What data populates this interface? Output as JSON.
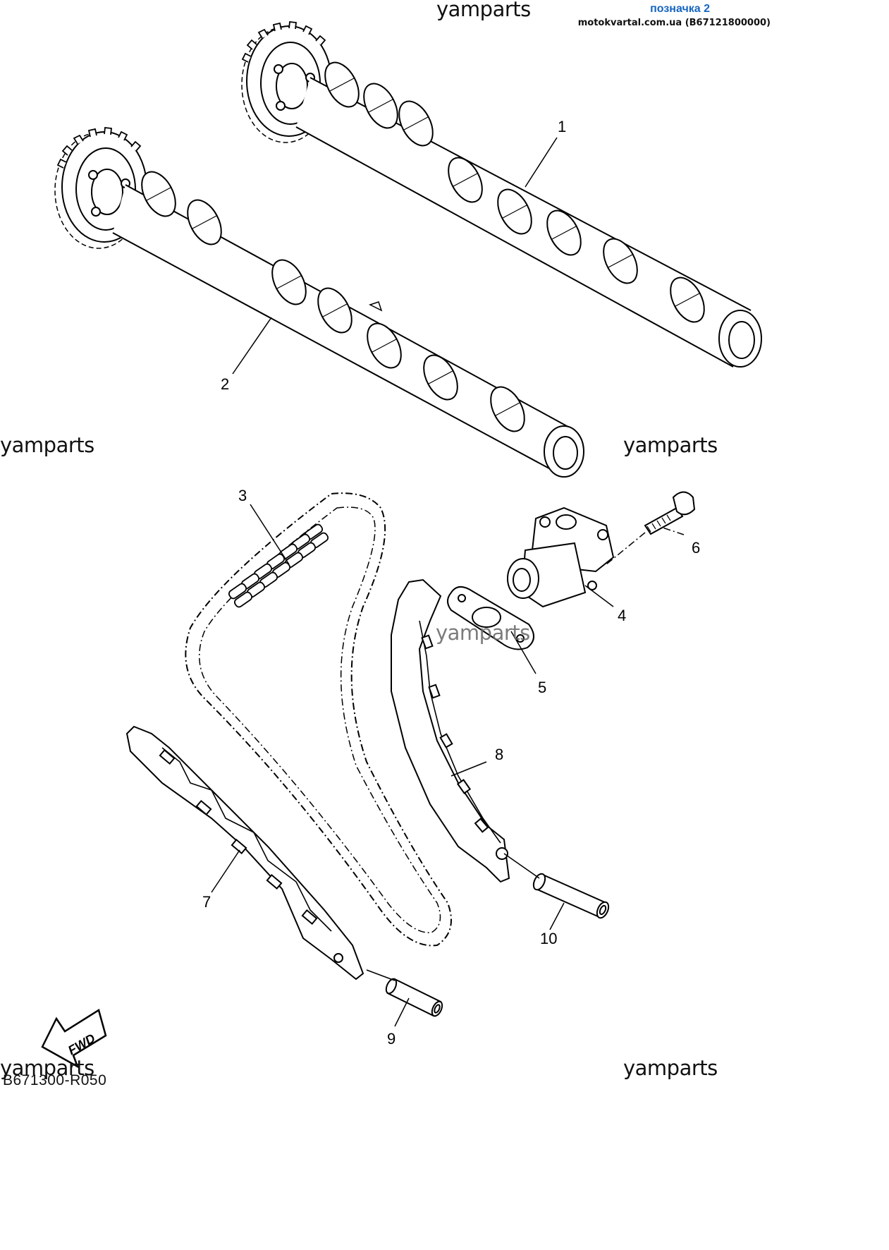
{
  "watermarks": [
    "yamparts",
    "yamparts",
    "yamparts",
    "yamparts",
    "yamparts",
    "yamparts"
  ],
  "header": {
    "tag": "позначка 2",
    "source": "motokvartal.com.ua (B67121800000)"
  },
  "diagram_code": "B671300-R050",
  "fwd_label": "FWD",
  "callouts": [
    "1",
    "2",
    "3",
    "4",
    "5",
    "6",
    "7",
    "8",
    "9",
    "10"
  ]
}
